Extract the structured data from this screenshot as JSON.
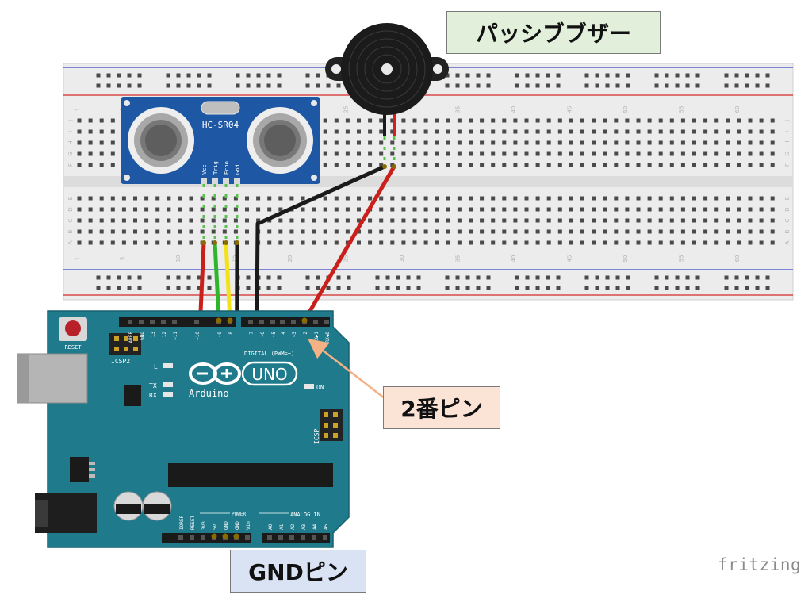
{
  "callouts": {
    "buzzer": "パッシブブザー",
    "pin2": "2番ピン",
    "gnd": "GNDピン"
  },
  "sensor": {
    "model": "HC-SR04",
    "pins": [
      "Vcc",
      "Trig",
      "Echo",
      "Gnd"
    ]
  },
  "breadboard": {
    "column_numbers": [
      "1",
      "5",
      "10",
      "15",
      "20",
      "25",
      "30",
      "35",
      "40",
      "45",
      "50",
      "55",
      "60"
    ],
    "row_letters_top": [
      "J",
      "I",
      "H",
      "G",
      "F"
    ],
    "row_letters_bottom": [
      "E",
      "D",
      "C",
      "B",
      "A"
    ]
  },
  "arduino": {
    "reset_label": "RESET",
    "icsp2_label": "ICSP2",
    "icsp_label": "ICSP",
    "brand": "Arduino",
    "model": "UNO",
    "on_label": "ON",
    "led_labels": [
      "L",
      "TX",
      "RX"
    ],
    "digital_label": "DIGITAL (PWM=~)",
    "digital_pins": [
      "AREF",
      "GND",
      "13",
      "12",
      "~11",
      "~10",
      "~9",
      "8",
      "7",
      "~6",
      "~5",
      "4",
      "~3",
      "2",
      "TX▶1",
      "RX◀0"
    ],
    "power_label": "POWER",
    "power_pins": [
      "IOREF",
      "RESET",
      "3V3",
      "5V",
      "GND",
      "GND",
      "Vin"
    ],
    "analog_label": "ANALOG IN",
    "analog_pins": [
      "A0",
      "A1",
      "A2",
      "A3",
      "A4",
      "A5"
    ]
  },
  "wires": [
    {
      "name": "vcc-wire",
      "color": "#c9201b",
      "from": "Vcc",
      "to": "5V"
    },
    {
      "name": "trig-wire",
      "color": "#2fb52b",
      "from": "Trig",
      "to": "~9"
    },
    {
      "name": "echo-wire",
      "color": "#f2e21a",
      "from": "Echo",
      "to": "8"
    },
    {
      "name": "sensor-gnd-wire",
      "color": "#1a1a1a",
      "from": "Gnd",
      "to": "GND"
    },
    {
      "name": "buzzer-gnd-wire",
      "color": "#1a1a1a",
      "from": "buzzer black lead",
      "to": "GND"
    },
    {
      "name": "buzzer-signal-wire",
      "color": "#c9201b",
      "from": "buzzer red lead",
      "to": "2"
    }
  ],
  "colors": {
    "board": "#1f7a8c",
    "callout_buzzer": "#e2efda",
    "callout_pin2": "#fbe4d5",
    "callout_gnd": "#dae3f3",
    "arrow": "#f4b183"
  },
  "watermark": "fritzing"
}
